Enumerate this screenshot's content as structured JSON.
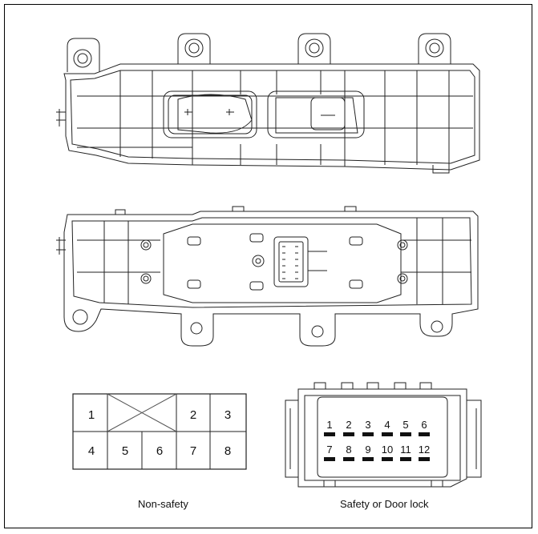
{
  "non_safety": {
    "caption": "Non-safety",
    "top_row": [
      "1",
      "2",
      "3"
    ],
    "bottom_row": [
      "4",
      "5",
      "6",
      "7",
      "8"
    ]
  },
  "safety_door_lock": {
    "caption": "Safety or Door lock",
    "top_pins": [
      "1",
      "2",
      "3",
      "4",
      "5",
      "6"
    ],
    "bottom_pins": [
      "7",
      "8",
      "9",
      "10",
      "11",
      "12"
    ]
  }
}
